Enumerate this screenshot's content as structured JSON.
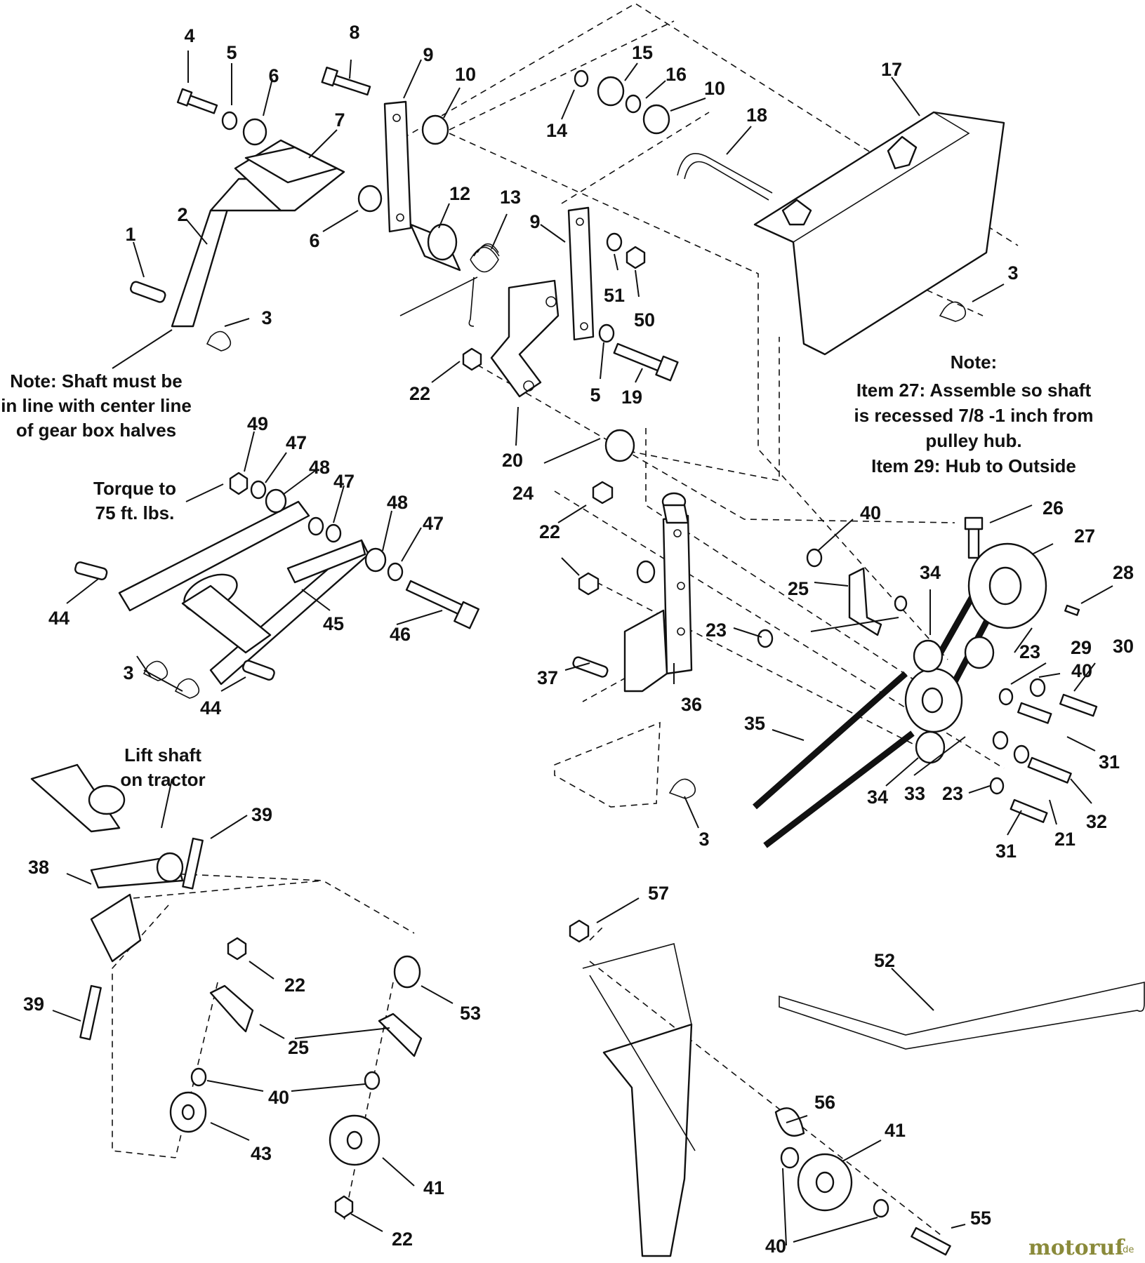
{
  "callouts": [
    {
      "id": "c4a",
      "text": "4"
    },
    {
      "id": "c5a",
      "text": "5"
    },
    {
      "id": "c6a",
      "text": "6"
    },
    {
      "id": "c7",
      "text": "7"
    },
    {
      "id": "c8",
      "text": "8"
    },
    {
      "id": "c9a",
      "text": "9"
    },
    {
      "id": "c10a",
      "text": "10"
    },
    {
      "id": "c15",
      "text": "15"
    },
    {
      "id": "c16",
      "text": "16"
    },
    {
      "id": "c10b",
      "text": "10"
    },
    {
      "id": "c14",
      "text": "14"
    },
    {
      "id": "c17",
      "text": "17"
    },
    {
      "id": "c18",
      "text": "18"
    },
    {
      "id": "c2",
      "text": "2"
    },
    {
      "id": "c1",
      "text": "1"
    },
    {
      "id": "c3a",
      "text": "3"
    },
    {
      "id": "c6b",
      "text": "6"
    },
    {
      "id": "c12",
      "text": "12"
    },
    {
      "id": "c13",
      "text": "13"
    },
    {
      "id": "c9b",
      "text": "9"
    },
    {
      "id": "c51",
      "text": "51"
    },
    {
      "id": "c50",
      "text": "50"
    },
    {
      "id": "c3b",
      "text": "3"
    },
    {
      "id": "c22a",
      "text": "22"
    },
    {
      "id": "c5b",
      "text": "5"
    },
    {
      "id": "c19",
      "text": "19"
    },
    {
      "id": "c20",
      "text": "20"
    },
    {
      "id": "c24",
      "text": "24"
    },
    {
      "id": "c49",
      "text": "49"
    },
    {
      "id": "c47a",
      "text": "47"
    },
    {
      "id": "c48a",
      "text": "48"
    },
    {
      "id": "c47b",
      "text": "47"
    },
    {
      "id": "c48b",
      "text": "48"
    },
    {
      "id": "c47c",
      "text": "47"
    },
    {
      "id": "c44a",
      "text": "44"
    },
    {
      "id": "c45",
      "text": "45"
    },
    {
      "id": "c46",
      "text": "46"
    },
    {
      "id": "c3c",
      "text": "3"
    },
    {
      "id": "c44b",
      "text": "44"
    },
    {
      "id": "c22b",
      "text": "22"
    },
    {
      "id": "c40a",
      "text": "40"
    },
    {
      "id": "c26",
      "text": "26"
    },
    {
      "id": "c27",
      "text": "27"
    },
    {
      "id": "c28",
      "text": "28"
    },
    {
      "id": "c25a",
      "text": "25"
    },
    {
      "id": "c34a",
      "text": "34"
    },
    {
      "id": "c23a",
      "text": "23"
    },
    {
      "id": "c29",
      "text": "29"
    },
    {
      "id": "c23b",
      "text": "23"
    },
    {
      "id": "c30",
      "text": "30"
    },
    {
      "id": "c40b",
      "text": "40"
    },
    {
      "id": "c37",
      "text": "37"
    },
    {
      "id": "c36",
      "text": "36"
    },
    {
      "id": "c35",
      "text": "35"
    },
    {
      "id": "c31a",
      "text": "31"
    },
    {
      "id": "c34b",
      "text": "34"
    },
    {
      "id": "c33",
      "text": "33"
    },
    {
      "id": "c23c",
      "text": "23"
    },
    {
      "id": "c32",
      "text": "32"
    },
    {
      "id": "c21",
      "text": "21"
    },
    {
      "id": "c31b",
      "text": "31"
    },
    {
      "id": "c3d",
      "text": "3"
    },
    {
      "id": "c39a",
      "text": "39"
    },
    {
      "id": "c38",
      "text": "38"
    },
    {
      "id": "c39b",
      "text": "39"
    },
    {
      "id": "c22c",
      "text": "22"
    },
    {
      "id": "c53",
      "text": "53"
    },
    {
      "id": "c25b",
      "text": "25"
    },
    {
      "id": "c40c",
      "text": "40"
    },
    {
      "id": "c43",
      "text": "43"
    },
    {
      "id": "c41a",
      "text": "41"
    },
    {
      "id": "c22d",
      "text": "22"
    },
    {
      "id": "c57",
      "text": "57"
    },
    {
      "id": "c52",
      "text": "52"
    },
    {
      "id": "c56",
      "text": "56"
    },
    {
      "id": "c41b",
      "text": "41"
    },
    {
      "id": "c40d",
      "text": "40"
    },
    {
      "id": "c55",
      "text": "55"
    }
  ],
  "notes": {
    "shaft": [
      "Note: Shaft must be",
      "in line with center line",
      "of gear box halves"
    ],
    "torque": [
      "Torque to",
      "75 ft. lbs."
    ],
    "item27": [
      "Note:",
      "Item 27: Assemble so shaft",
      "is recessed 7/8 -1 inch from",
      "pulley hub.",
      "Item 29: Hub to Outside"
    ],
    "lift_shaft": [
      "Lift shaft",
      "on tractor"
    ]
  },
  "watermark": {
    "brand": "motoruf",
    "suffix": ".de"
  }
}
